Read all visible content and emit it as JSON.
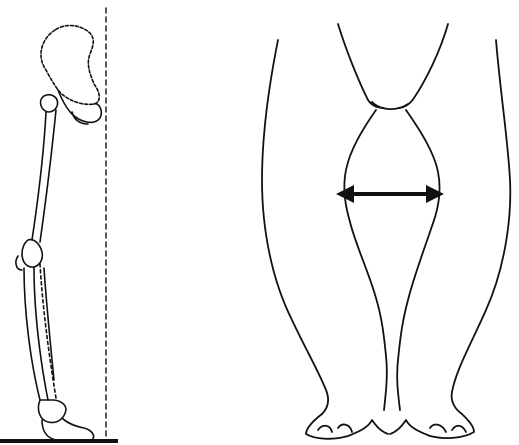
{
  "figure": {
    "panels": [
      {
        "id": "left",
        "subject": "skeleton-side-view"
      },
      {
        "id": "right",
        "subject": "legs-front-view"
      }
    ],
    "colors": {
      "stroke": "#111111",
      "background": "#ffffff",
      "ground": "#111111"
    }
  }
}
